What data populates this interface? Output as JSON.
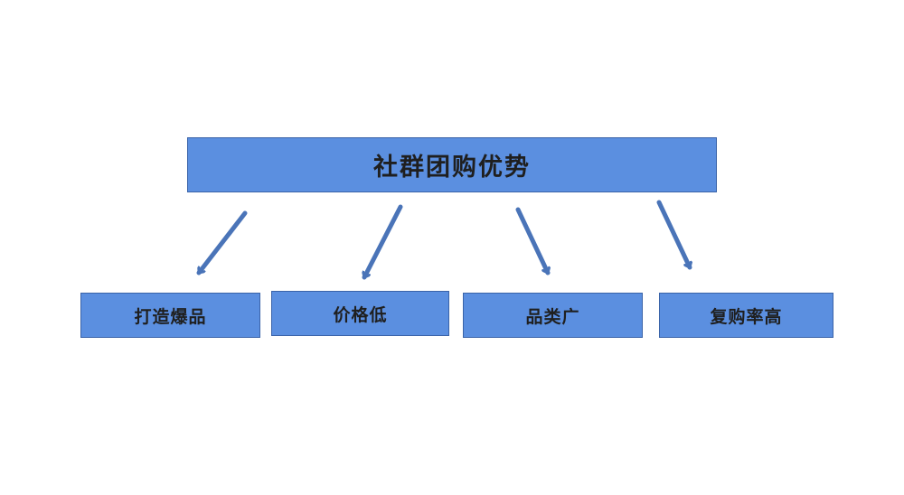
{
  "diagram": {
    "root": {
      "label": "社群团购优势"
    },
    "children": [
      {
        "label": "打造爆品"
      },
      {
        "label": "价格低"
      },
      {
        "label": "品类广"
      },
      {
        "label": "复购率高"
      }
    ]
  },
  "colors": {
    "box_fill": "#5b8fe0",
    "box_border": "#3a63a8",
    "arrow": "#4a74b8",
    "text": "#1f1f1f"
  }
}
